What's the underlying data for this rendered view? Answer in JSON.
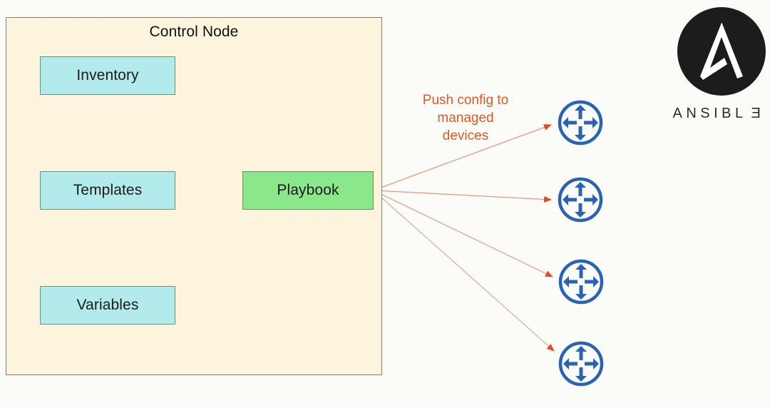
{
  "diagram": {
    "title": "Ansible Control Node pushing configuration to managed devices",
    "background_color": "#fbfbf8"
  },
  "control_node": {
    "label": "Control Node",
    "fill_color": "#fdf4dd",
    "border_color": "#80806a",
    "source_boxes": [
      {
        "label": "Inventory",
        "fill_color": "#b3eaeb",
        "border_color": "#6e8f8f"
      },
      {
        "label": "Templates",
        "fill_color": "#b3eaeb",
        "border_color": "#6e8f8f"
      },
      {
        "label": "Variables",
        "fill_color": "#b3eaeb",
        "border_color": "#6e8f8f"
      }
    ],
    "playbook": {
      "label": "Playbook",
      "fill_color": "#8ae88a",
      "border_color": "#6a8f6a"
    }
  },
  "push": {
    "line1": "Push config to",
    "line2": "managed",
    "line3": "devices",
    "color": "#e0591f",
    "arrow_color": "#e8553a",
    "arrow_count": 4
  },
  "managed_devices": {
    "count": 4,
    "icon_name": "router-icon",
    "color": "#2a63b5",
    "labels": [
      "",
      "",
      "",
      ""
    ]
  },
  "logo": {
    "name": "ansible-logo",
    "wordmark": "ANSIBL",
    "wordmark_last_letter": "E",
    "circle_color": "#1c1c1c",
    "mark_color": "#ffffff",
    "text_color": "#2b2b2b"
  }
}
